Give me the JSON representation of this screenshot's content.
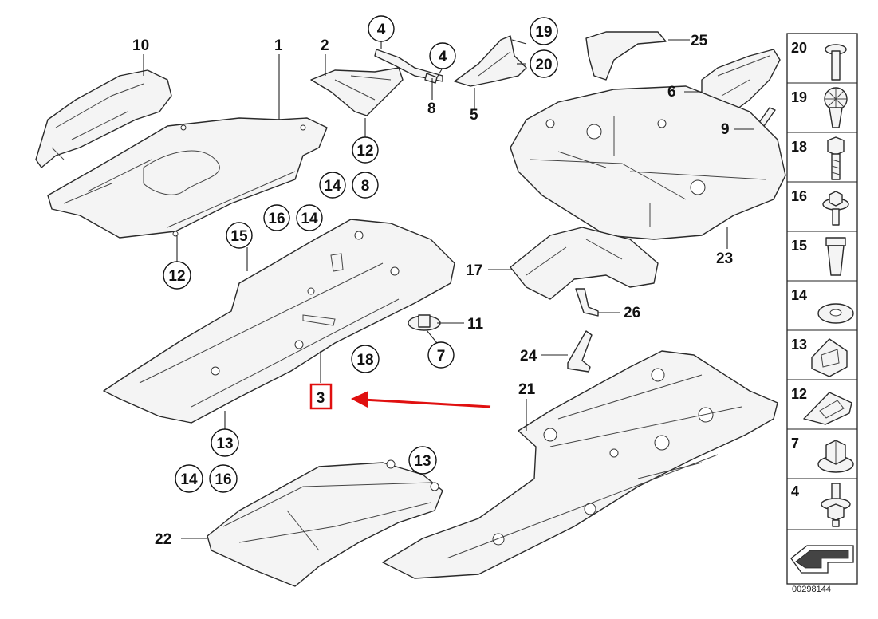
{
  "callouts": {
    "c1": "1",
    "c2": "2",
    "c3": "3",
    "c4a": "4",
    "c4b": "4",
    "c5": "5",
    "c6": "6",
    "c7": "7",
    "c8a": "8",
    "c8b": "8",
    "c9": "9",
    "c10": "10",
    "c11": "11",
    "c12a": "12",
    "c12b": "12",
    "c13a": "13",
    "c13b": "13",
    "c14a": "14",
    "c14b": "14",
    "c14c": "14",
    "c15": "15",
    "c16a": "16",
    "c16b": "16",
    "c17": "17",
    "c18": "18",
    "c19": "19",
    "c20": "20",
    "c21": "21",
    "c22": "22",
    "c23": "23",
    "c24": "24",
    "c25": "25",
    "c26": "26"
  },
  "highlight": {
    "label": "3",
    "color": "#e01010"
  },
  "sidebar": {
    "items": [
      {
        "label": "20",
        "icon": "bolt-icon"
      },
      {
        "label": "19",
        "icon": "expanding-rivet-icon"
      },
      {
        "label": "18",
        "icon": "hex-bolt-icon"
      },
      {
        "label": "16",
        "icon": "collar-screw-icon"
      },
      {
        "label": "15",
        "icon": "clip-nut-icon"
      },
      {
        "label": "14",
        "icon": "washer-icon"
      },
      {
        "label": "13",
        "icon": "spring-clip-icon"
      },
      {
        "label": "12",
        "icon": "sheet-nut-icon"
      },
      {
        "label": "7",
        "icon": "hex-nut-icon"
      },
      {
        "label": "4",
        "icon": "stud-bolt-icon"
      }
    ]
  },
  "footer": {
    "diagram_number": "00298144"
  }
}
